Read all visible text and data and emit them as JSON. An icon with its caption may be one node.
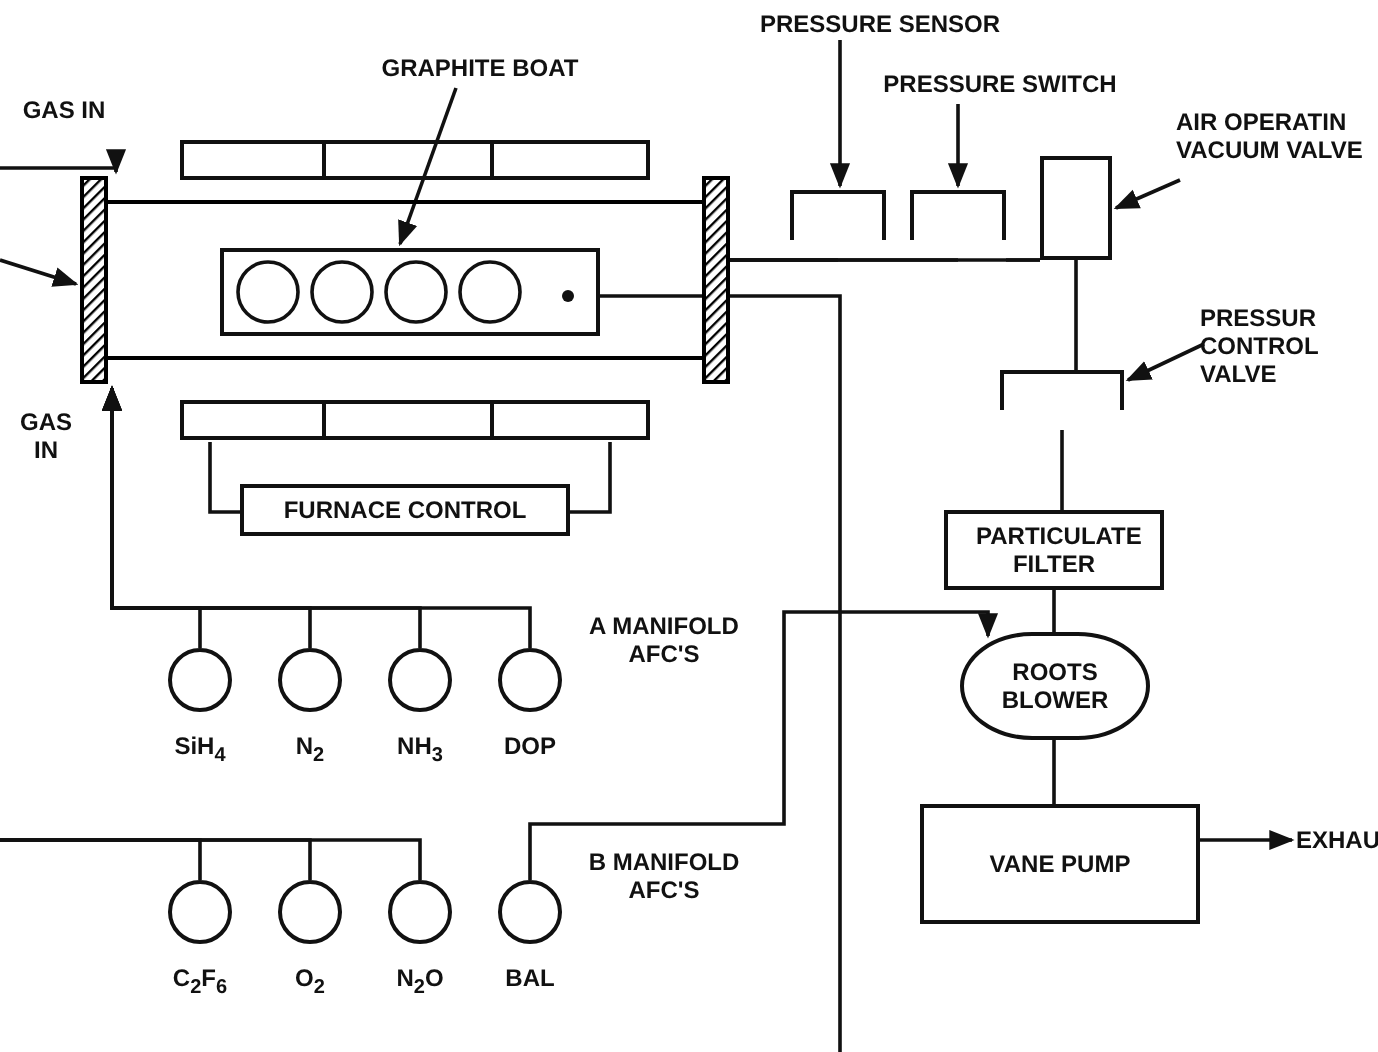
{
  "diagram": {
    "nodes": [
      {
        "text": [],
        "shape": "cylinder"
      },
      {
        "text": [],
        "shape": "box",
        "in": 0
      },
      {
        "text": [
          "GRAPHITE BOAT"
        ]
      },
      {
        "text": [],
        "shape": "bar"
      },
      {
        "text": [],
        "shape": "bar"
      },
      {
        "text": [
          "FURNACE CONTROL"
        ]
      },
      {
        "text": [],
        "shape": "box"
      },
      {
        "text": [
          "PRESSURE SENSOR"
        ]
      },
      {
        "text": [],
        "shape": "box"
      },
      {
        "text": [
          "PRESSURE SWITCH"
        ]
      },
      {
        "text": [],
        "shape": "box"
      },
      {
        "text": [
          "AIR OPERATIN VACUUM VALVE"
        ]
      },
      {
        "text": [],
        "shape": "box"
      },
      {
        "text": [
          "PRESSUR CONTROL VALVE"
        ]
      },
      {
        "text": [
          "PARTICULATE FILTER"
        ]
      },
      {
        "text": [
          "ROOTS BLOWER"
        ]
      },
      {
        "text": [
          "VANE PUMP"
        ]
      },
      {
        "text": [
          "EXHAU"
        ]
      },
      {
        "text": [],
        "shape": "circle",
        "beside": [
          "SiH$_{4}$"
        ]
      },
      {
        "text": [],
        "shape": "circle",
        "beside": [
          "N$_{2}$"
        ]
      },
      {
        "text": [],
        "shape": "circle",
        "beside": [
          "NH$_{3}$"
        ]
      },
      {
        "text": [],
        "shape": "circle",
        "beside": [
          "DOP"
        ]
      },
      {
        "text": [],
        "shape": "circle",
        "beside": [
          "C$_{2}$F$_{6}$"
        ]
      },
      {
        "text": [],
        "shape": "circle",
        "beside": [
          "O$_{2}$"
        ]
      },
      {
        "text": [],
        "shape": "circle",
        "beside": [
          "N$_{2}$O"
        ]
      },
      {
        "text": [],
        "shape": "circle",
        "beside": [
          "BAL"
        ]
      }
    ],
    "edges": [
      {
        "from": 2,
        "to": 1,
        "arrow": "to"
      },
      {
        "from": null,
        "to": 0,
        "arrow": "to"
      },
      {
        "from": null,
        "to": 0,
        "arrow": "to"
      },
      {
        "from": 18,
        "to": 0,
        "arrow": "to"
      },
      {
        "from": 19,
        "to": 0,
        "arrow": "to"
      },
      {
        "from": 20,
        "to": 0,
        "arrow": "to"
      },
      {
        "from": 21,
        "to": 0,
        "arrow": "to"
      },
      {
        "from": 22,
        "to": null,
        "arrow": "none"
      },
      {
        "from": 23,
        "to": null,
        "arrow": "none"
      },
      {
        "from": 24,
        "to": null,
        "arrow": "none"
      },
      {
        "from": 25,
        "to": 15,
        "arrow": "to"
      },
      {
        "from": 1,
        "to": null,
        "arrow": "none"
      },
      {
        "from": 5,
        "to": 4,
        "arrow": "none"
      },
      {
        "from": 5,
        "to": 4,
        "arrow": "none"
      },
      {
        "from": 0,
        "to": 6,
        "arrow": "none"
      },
      {
        "from": 0,
        "to": 8,
        "arrow": "none"
      },
      {
        "from": 0,
        "to": 10,
        "arrow": "none"
      },
      {
        "from": 7,
        "to": 6,
        "arrow": "to"
      },
      {
        "from": 9,
        "to": 8,
        "arrow": "to"
      },
      {
        "from": 11,
        "to": 10,
        "arrow": "to"
      },
      {
        "from": 13,
        "to": 12,
        "arrow": "to"
      },
      {
        "from": 8,
        "to": 10,
        "arrow": "none"
      },
      {
        "from": 10,
        "to": 12,
        "arrow": "none"
      },
      {
        "from": 12,
        "to": 14,
        "arrow": "none"
      },
      {
        "from": 14,
        "to": 15,
        "arrow": "none"
      },
      {
        "from": 15,
        "to": 16,
        "arrow": "none"
      },
      {
        "from": 16,
        "to": 17,
        "arrow": "to"
      }
    ],
    "labels": [
      "GAS IN",
      "GAS IN",
      "A MANIFOLD AFC'S",
      "B MANIFOLD AFC'S"
    ]
  }
}
